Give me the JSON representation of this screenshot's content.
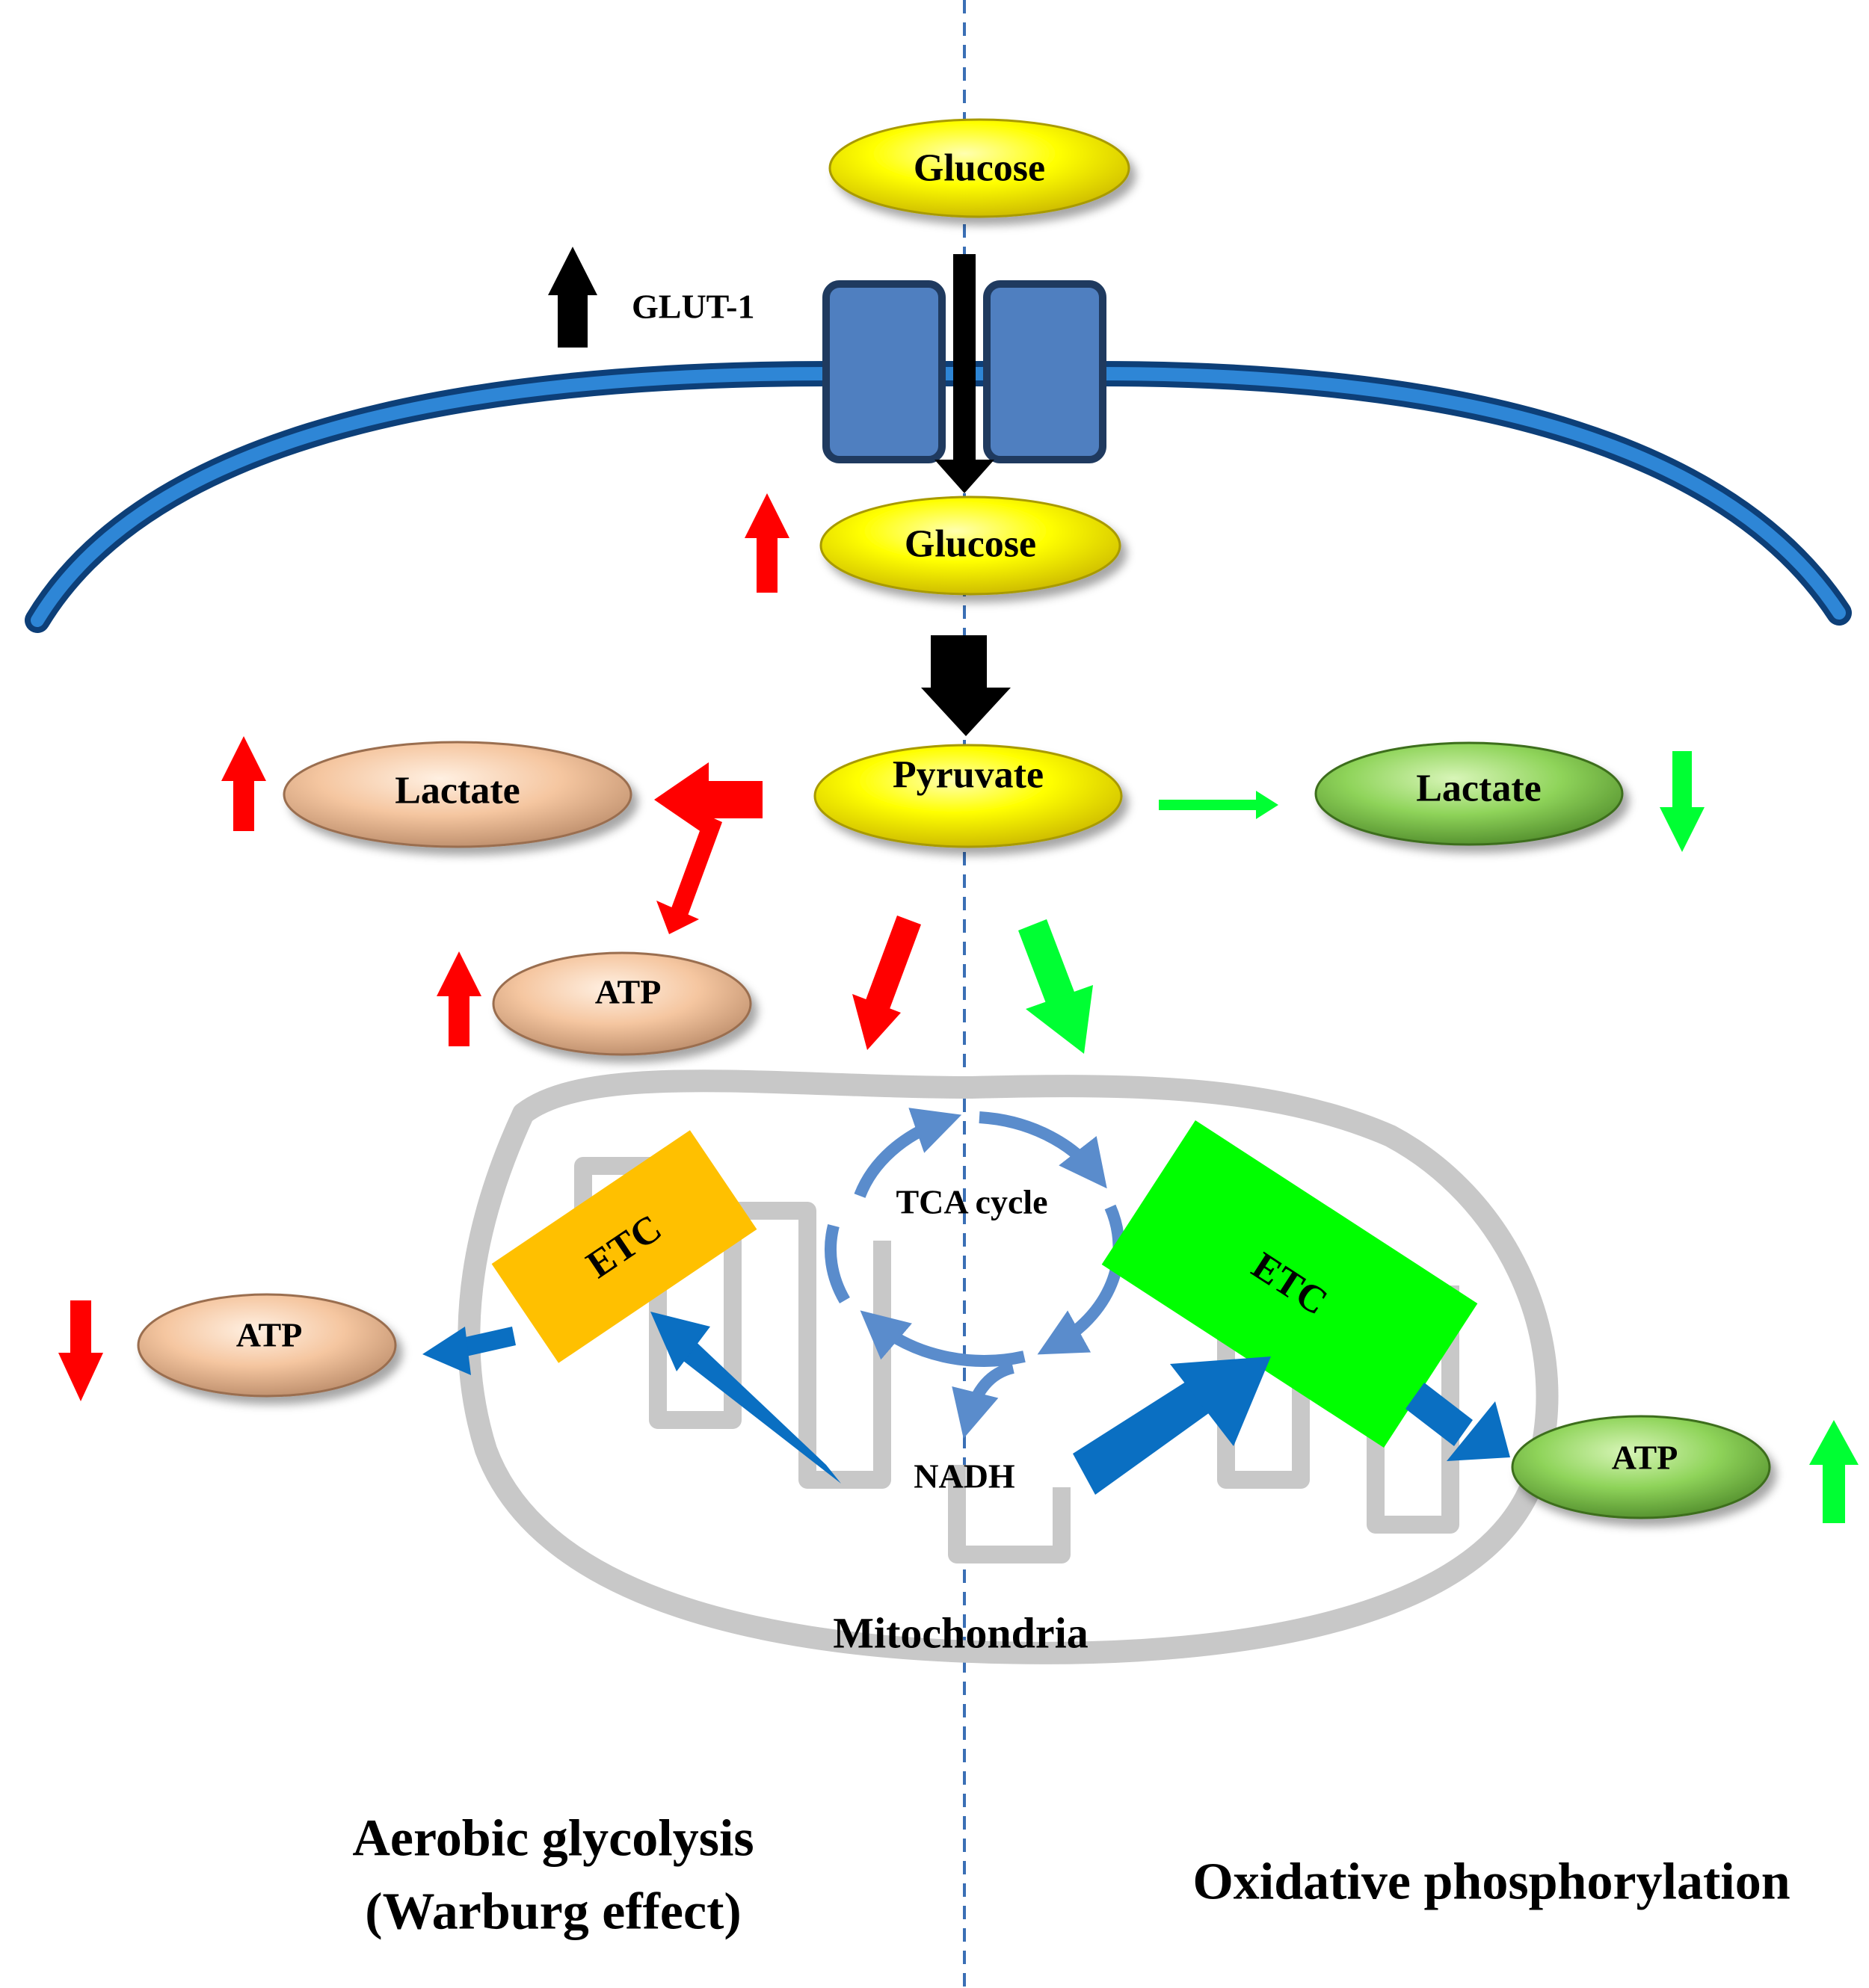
{
  "nodes": {
    "glucose_outside": "Glucose",
    "glucose_inside": "Glucose",
    "pyruvate": "Pyruvate",
    "lactate_left": "Lactate",
    "lactate_right": "Lactate",
    "atp_glycolysis": "ATP",
    "atp_left": "ATP",
    "atp_right": "ATP"
  },
  "labels": {
    "glut": "GLUT-1",
    "tca": "TCA cycle",
    "nadh": "NADH",
    "etc_left": "ETC",
    "etc_right": "ETC",
    "mito": "Mitochondria",
    "aerobic_line1": "Aerobic glycolysis",
    "aerobic_line2": "(Warburg effect)",
    "oxphos": "Oxidative phosphorylation"
  },
  "colors": {
    "increase_red": "#ff0000",
    "increase_green": "#00ff33",
    "flow_blue": "#0a6fc2",
    "glucose_yellow": "#ffff00",
    "lactate_peach": "#f5c6a0",
    "lactate_green": "#8fd45a",
    "membrane_blue": "#1565b8",
    "transporter_blue": "#4f7fc0",
    "etc_orange": "#ffc000",
    "etc_green": "#00ff00",
    "mito_gray": "#c8c8c8"
  }
}
